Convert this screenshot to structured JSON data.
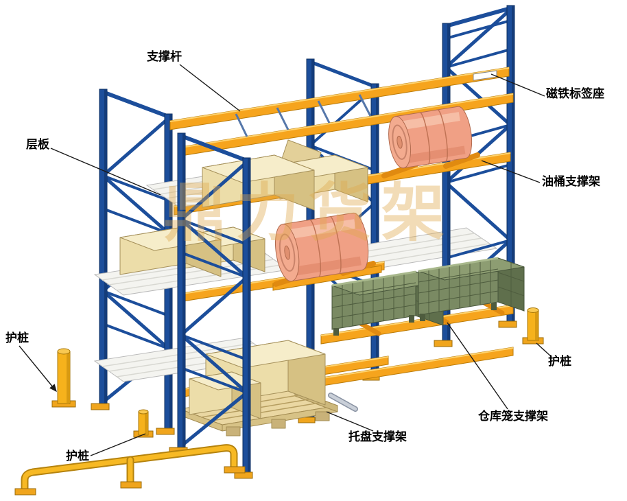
{
  "watermark": {
    "text": "鼎力货架"
  },
  "labels": {
    "support_rod": "支撑杆",
    "magnet_label_holder": "磁铁标签座",
    "shelf_panel": "层板",
    "drum_support": "油桶支撑架",
    "guard_post_left": "护桩",
    "guard_post_right": "护桩",
    "guard_post_bottom": "护桩",
    "cage_support": "仓库笼支撑架",
    "pallet_support": "托盘支撑架"
  },
  "colors": {
    "frame_blue": "#1c4e9b",
    "beam_orange": "#f6a41d",
    "carton_beige": "#ecdda9",
    "drum_salmon": "#f0a085",
    "cage_green": "#76865f",
    "guard_yellow": "#f6b21c",
    "watermark_gold": "#dfa94e"
  }
}
